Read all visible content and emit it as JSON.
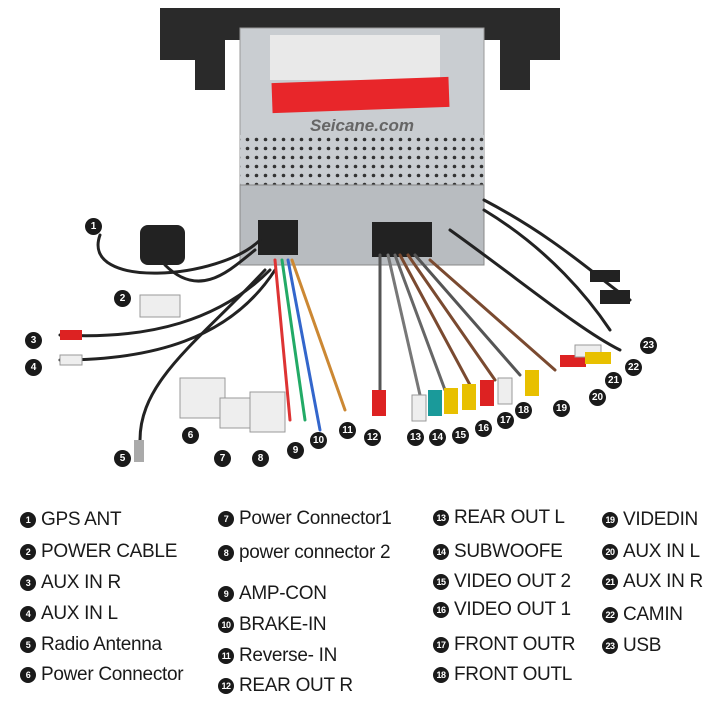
{
  "photo": {
    "brand_watermark": "Seicane.com"
  },
  "markers": [
    "1",
    "2",
    "3",
    "4",
    "5",
    "6",
    "7",
    "8",
    "9",
    "10",
    "11",
    "12",
    "13",
    "14",
    "15",
    "16",
    "17",
    "18",
    "19",
    "20",
    "21",
    "22",
    "23"
  ],
  "legend": [
    {
      "num": "1",
      "label": "GPS ANT"
    },
    {
      "num": "2",
      "label": "POWER CABLE"
    },
    {
      "num": "3",
      "label": "AUX IN R"
    },
    {
      "num": "4",
      "label": "AUX IN L"
    },
    {
      "num": "5",
      "label": "Radio Antenna"
    },
    {
      "num": "6",
      "label": "Power Connector"
    },
    {
      "num": "7",
      "label": "Power Connector1"
    },
    {
      "num": "8",
      "label": "power connector 2"
    },
    {
      "num": "9",
      "label": "AMP-CON"
    },
    {
      "num": "10",
      "label": "BRAKE-IN"
    },
    {
      "num": "11",
      "label": "Reverse- IN"
    },
    {
      "num": "12",
      "label": "REAR OUT R"
    },
    {
      "num": "13",
      "label": "REAR OUT L"
    },
    {
      "num": "14",
      "label": "SUBWOOFE"
    },
    {
      "num": "15",
      "label": "VIDEO OUT 2"
    },
    {
      "num": "16",
      "label": "VIDEO OUT 1"
    },
    {
      "num": "17",
      "label": "FRONT OUTR"
    },
    {
      "num": "18",
      "label": "FRONT OUTL"
    },
    {
      "num": "19",
      "label": "VIDEDIN"
    },
    {
      "num": "20",
      "label": "AUX IN L"
    },
    {
      "num": "21",
      "label": "AUX IN R"
    },
    {
      "num": "22",
      "label": "CAMIN"
    },
    {
      "num": "23",
      "label": "USB"
    }
  ]
}
